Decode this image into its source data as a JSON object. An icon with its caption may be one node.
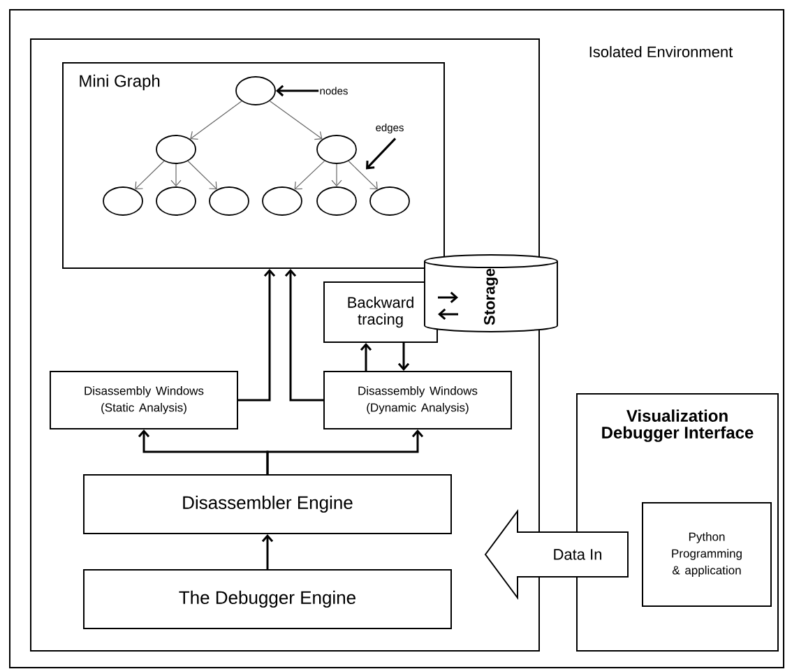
{
  "diagram": {
    "nodes": [
      {
        "text": [
          "Isolated Environment"
        ]
      },
      {
        "text": [],
        "shape": "box",
        "in": 0
      },
      {
        "text": [
          "Mini Graph"
        ],
        "in": 1
      },
      {
        "text": [],
        "shape": "ellipse",
        "in": 2
      },
      {
        "text": [],
        "shape": "ellipse",
        "in": 2
      },
      {
        "text": [],
        "shape": "ellipse",
        "in": 2
      },
      {
        "text": [],
        "shape": "ellipse",
        "in": 2
      },
      {
        "text": [],
        "shape": "ellipse",
        "in": 2
      },
      {
        "text": [],
        "shape": "ellipse",
        "in": 2
      },
      {
        "text": [],
        "shape": "ellipse",
        "in": 2
      },
      {
        "text": [],
        "shape": "ellipse",
        "in": 2
      },
      {
        "text": [],
        "shape": "ellipse",
        "in": 2
      },
      {
        "text": [
          "nodes"
        ],
        "in": 2
      },
      {
        "text": [
          "edges"
        ],
        "in": 2
      },
      {
        "text": [
          "Backward tracing"
        ],
        "in": 1
      },
      {
        "text": [
          "Storage"
        ],
        "in": 1
      },
      {
        "text": [
          "Disassembly Windows (Static Analysis)"
        ],
        "in": 1
      },
      {
        "text": [
          "Disassembly Windows (Dynamic Analysis)"
        ],
        "in": 1
      },
      {
        "text": [
          "Disassembler Engine"
        ],
        "in": 1
      },
      {
        "text": [
          "The Debugger Engine"
        ],
        "in": 1
      },
      {
        "text": [
          "Visualization Debugger Interface"
        ],
        "in": 0
      },
      {
        "text": [
          "Python Programming & application"
        ],
        "in": 20
      }
    ],
    "edges": [
      {
        "from": 3,
        "to": 4,
        "arrow": "to",
        "color": "#666666"
      },
      {
        "from": 3,
        "to": 5,
        "arrow": "to",
        "color": "#666666"
      },
      {
        "from": 4,
        "to": 6,
        "arrow": "to",
        "color": "#666666"
      },
      {
        "from": 4,
        "to": 7,
        "arrow": "to",
        "color": "#666666"
      },
      {
        "from": 4,
        "to": 8,
        "arrow": "to",
        "color": "#666666"
      },
      {
        "from": 5,
        "to": 9,
        "arrow": "to",
        "color": "#666666"
      },
      {
        "from": 5,
        "to": 10,
        "arrow": "to",
        "color": "#666666"
      },
      {
        "from": 5,
        "to": 11,
        "arrow": "to",
        "color": "#666666"
      },
      {
        "from": 12,
        "to": 3,
        "arrow": "to"
      },
      {
        "from": 13,
        "to": null,
        "arrow": "to"
      },
      {
        "from": 14,
        "to": 15,
        "arrow": "to"
      },
      {
        "from": 15,
        "to": 14,
        "arrow": "to"
      },
      {
        "from": 17,
        "to": 14,
        "arrow": "to"
      },
      {
        "from": 14,
        "to": 17,
        "arrow": "to"
      },
      {
        "from": 16,
        "to": 2,
        "arrow": "to"
      },
      {
        "from": 17,
        "to": 2,
        "arrow": "to"
      },
      {
        "from": 18,
        "to": 16,
        "arrow": "to"
      },
      {
        "from": 18,
        "to": 17,
        "arrow": "to"
      },
      {
        "from": 19,
        "to": 18,
        "arrow": "to"
      },
      {
        "from": 21,
        "to": 18,
        "arrow": "to",
        "label": "Data In"
      }
    ]
  }
}
